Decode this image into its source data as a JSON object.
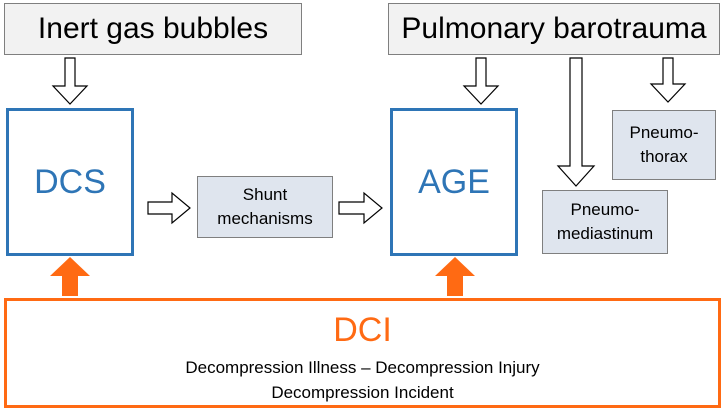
{
  "top_left": {
    "label": "Inert gas bubbles"
  },
  "top_right": {
    "label": "Pulmonary barotrauma"
  },
  "dcs": {
    "label": "DCS"
  },
  "age": {
    "label": "AGE"
  },
  "shunt": {
    "line1": "Shunt",
    "line2": "mechanisms"
  },
  "pneumothorax": {
    "line1": "Pneumo-",
    "line2": "thorax"
  },
  "pneumomediastinum": {
    "line1": "Pneumo-",
    "line2": "mediastinum"
  },
  "dci": {
    "title": "DCI",
    "line1": "Decompression Illness – Decompression Injury",
    "line2": "Decompression Incident"
  },
  "colors": {
    "blue": "#2e75b6",
    "orange": "#ff6a13",
    "gray_fill": "#dfe5ee",
    "top_fill": "#f2f2f2"
  }
}
